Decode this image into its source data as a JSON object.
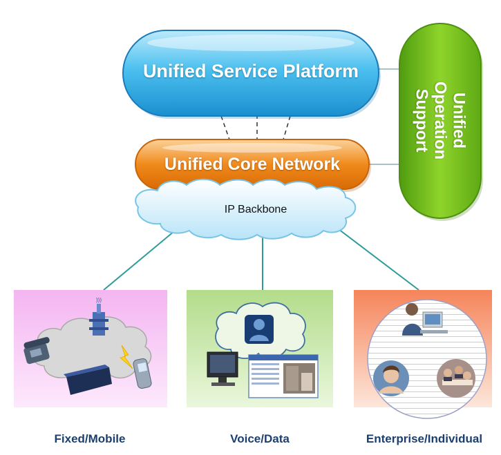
{
  "platform": {
    "label": "Unified Service Platform"
  },
  "core": {
    "label": "Unified Core Network"
  },
  "backbone": {
    "label": "IP Backbone"
  },
  "operation_support": {
    "line1": "Unified",
    "line2": "Operation",
    "line3": "Support"
  },
  "panels": [
    {
      "caption": "Fixed/Mobile"
    },
    {
      "caption": "Voice/Data"
    },
    {
      "caption": "Enterprise/Individual"
    }
  ],
  "icons": {
    "tower": "signal-tower-icon",
    "phone": "desk-phone-icon",
    "mobile": "mobile-phone-icon",
    "laptop": "laptop-icon",
    "user": "user-avatar-icon",
    "computer": "desktop-computer-icon",
    "screen": "application-window-icon",
    "worker": "office-worker-icon",
    "person": "person-portrait-icon",
    "meeting": "meeting-group-icon"
  },
  "colors": {
    "platform": "#3fb4e6",
    "core": "#f08a1c",
    "operation_support": "#7cc21a",
    "backbone": "#cfeefc",
    "panel_fixed": "#f1c6ef",
    "panel_voice": "#c5e6a5",
    "panel_enterprise": "#f7a27f",
    "caption": "#1d3f6e"
  }
}
